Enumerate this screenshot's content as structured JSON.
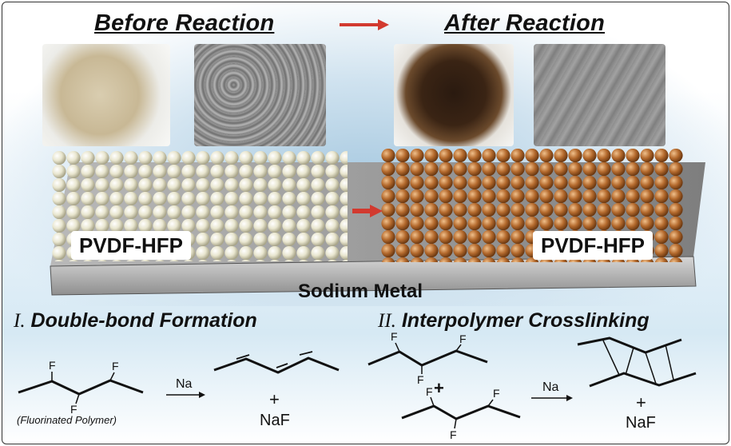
{
  "headers": {
    "before": "Before Reaction",
    "after": "After Reaction"
  },
  "labels": {
    "left_film": "PVDF-HFP",
    "right_film": "PVDF-HFP",
    "substrate": "Sodium Metal"
  },
  "sections": {
    "s1_num": "I.",
    "s1_title": "Double-bond Formation",
    "s2_num": "II.",
    "s2_title": "Interpolymer Crosslinking"
  },
  "chem": {
    "F": "F",
    "reagent": "Na",
    "plus": "+",
    "product": "NaF",
    "caption": "(Fluorinated Polymer)"
  },
  "colors": {
    "before_sphere": "#e9e6cf",
    "after_sphere": "#b56b2e",
    "arrow": "#d23a2f",
    "substrate": "#bcbcbc"
  }
}
